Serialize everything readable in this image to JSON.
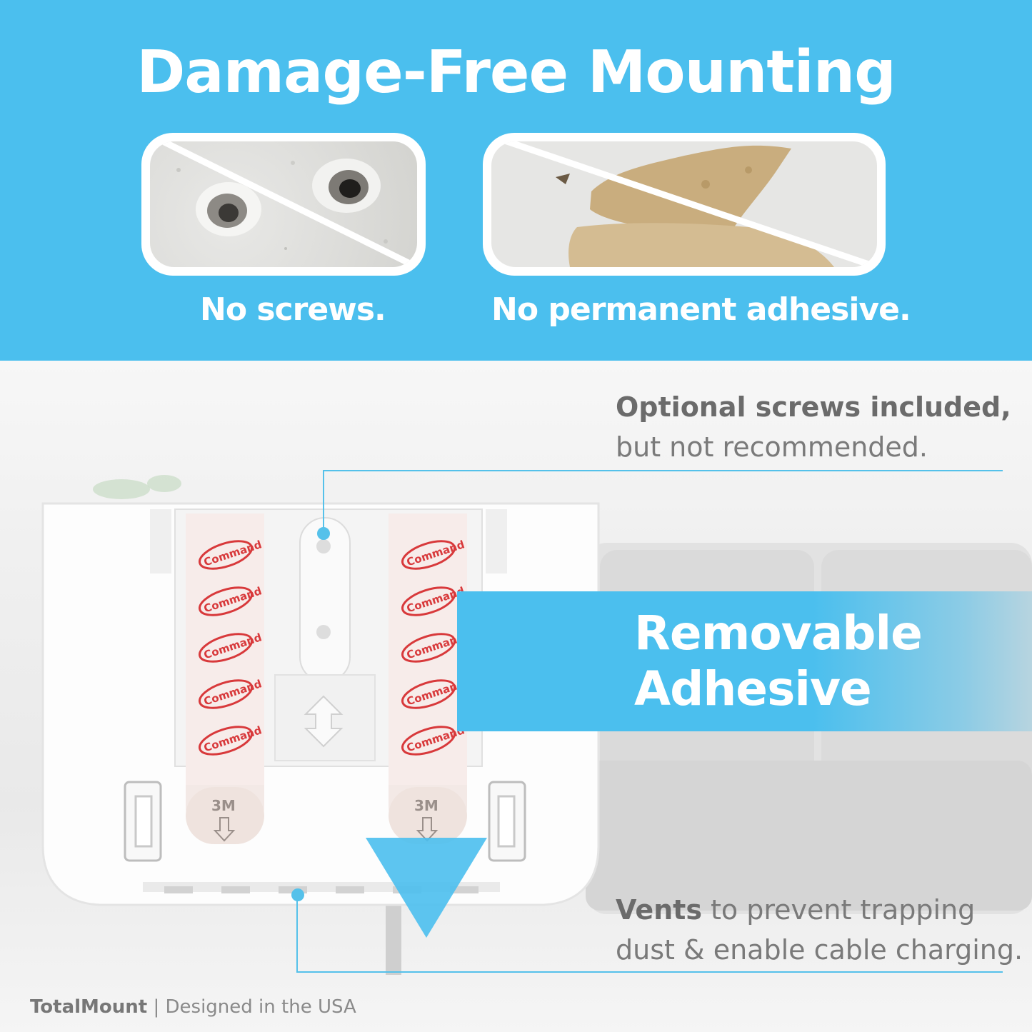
{
  "headline": "Damage-Free Mounting",
  "cards": [
    {
      "caption": "No screws.",
      "icon": "wall-holes-image"
    },
    {
      "caption": "No permanent adhesive.",
      "icon": "adhesive-residue-image"
    }
  ],
  "notes": {
    "screws_line1": "Optional screws included,",
    "screws_line2": "but not recommended.",
    "vents_bold": "Vents",
    "vents_rest": " to prevent trapping",
    "vents_line2": "dust & enable cable charging."
  },
  "feature": {
    "line1": "Removable",
    "line2": "Adhesive"
  },
  "strip_brand": "Command",
  "strip_maker": "3M",
  "footer": {
    "brand": "TotalMount",
    "separator": " | ",
    "tagline": "Designed in the USA"
  },
  "colors": {
    "accent": "#4bbfee",
    "text_gray": "#7a7a7a",
    "strip_red": "#d8393b"
  }
}
